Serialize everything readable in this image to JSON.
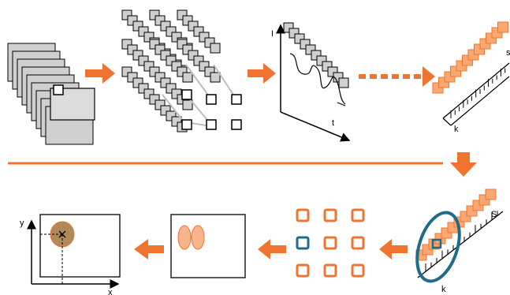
{
  "colors": {
    "orange": "#f07430",
    "orange_fill": "#f9a872",
    "orange_light": "#f8c9a8",
    "teal": "#1f6b8a",
    "gray_fill": "#cfcfcf",
    "gray_line": "#9a9a9a",
    "olive": "#b08a5a"
  },
  "labels": {
    "stack_axis_i": "I",
    "stack_axis_t": "t",
    "spectrum_s": "s",
    "spectrum_k": "k",
    "circled_s": "S",
    "circled_k": "k",
    "plot_y": "y",
    "plot_x": "x"
  },
  "icons": [
    "right-arrow-icon",
    "left-arrow-icon",
    "down-arrow-icon",
    "dashed-arrow-icon"
  ]
}
